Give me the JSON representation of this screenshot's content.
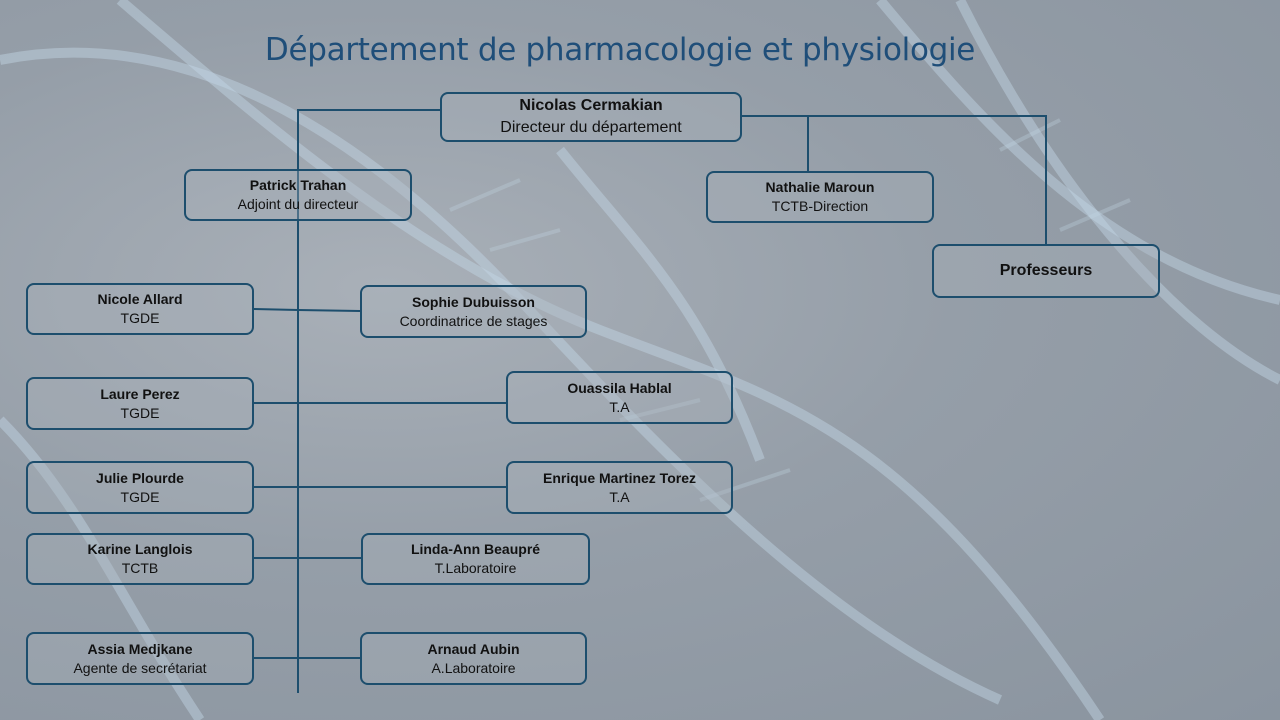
{
  "title": "Département de pharmacologie et physiologie",
  "colors": {
    "line": "#1d4e6d",
    "title": "#1f4e79"
  },
  "director": {
    "name": "Nicolas Cermakian",
    "role": "Directeur du département"
  },
  "deputy": {
    "name": "Patrick Trahan",
    "role": "Adjoint du directeur"
  },
  "direction_staff": {
    "name": "Nathalie Maroun",
    "role": "TCTB-Direction"
  },
  "professors": {
    "label": "Professeurs"
  },
  "left_staff": [
    {
      "name": "Nicole Allard",
      "role": "TGDE"
    },
    {
      "name": "Laure Perez",
      "role": "TGDE"
    },
    {
      "name": "Julie Plourde",
      "role": "TGDE"
    },
    {
      "name": "Karine Langlois",
      "role": "TCTB"
    },
    {
      "name": "Assia Medjkane",
      "role": "Agente de secrétariat"
    }
  ],
  "right_staff": [
    {
      "name": "Sophie Dubuisson",
      "role": "Coordinatrice de stages"
    },
    {
      "name": "Ouassila Hablal",
      "role": "T.A"
    },
    {
      "name": "Enrique Martinez Torez",
      "role": "T.A"
    },
    {
      "name": "Linda-Ann Beaupré",
      "role": "T.Laboratoire"
    },
    {
      "name": "Arnaud Aubin",
      "role": "A.Laboratoire"
    }
  ]
}
